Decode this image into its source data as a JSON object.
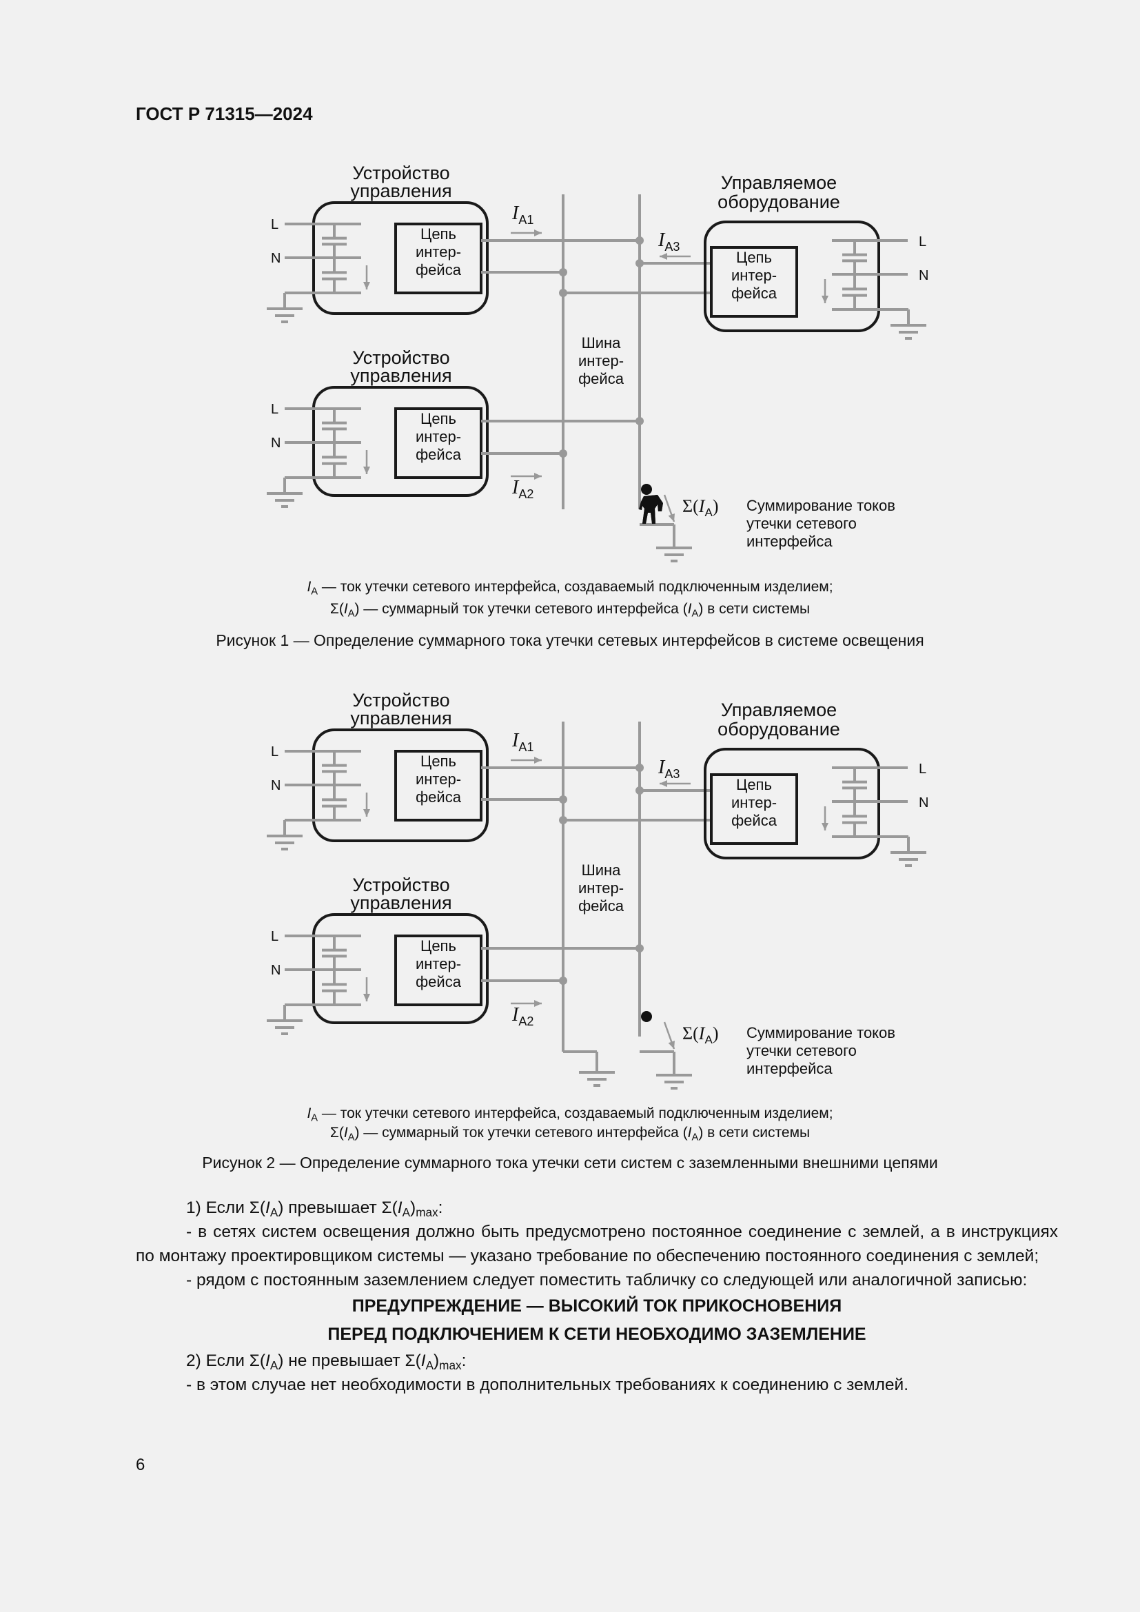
{
  "header": "ГОСТ Р 71315—2024",
  "figures": [
    {
      "diagram": {
        "control_device_1": [
          "Устройство",
          "управления"
        ],
        "control_device_2": [
          "Устройство",
          "управления"
        ],
        "controlled_equipment": [
          "Управляемое",
          "оборудование"
        ],
        "interface_circuit": [
          "Цепь",
          "интер-",
          "фейса"
        ],
        "bus_label": [
          "Шина",
          "интер-",
          "фейса"
        ],
        "line_L": "L",
        "line_N": "N",
        "current_symbol": "I",
        "current_subs": [
          "A1",
          "A2",
          "A3"
        ],
        "sum_label": {
          "sigma": "Σ(",
          "I": "I",
          "sub": "A",
          "close": ")"
        },
        "summation_text": [
          "Суммирование токов",
          "утечки сетевого",
          "интерфейса"
        ],
        "bus_grounded": false
      },
      "legend": [
        [
          {
            "t": "I",
            "i": true
          },
          {
            "t": "A",
            "sub": true
          },
          {
            "t": " — ток утечки сетевого интерфейса, создаваемый подключенным изделием;"
          }
        ],
        [
          {
            "t": "Σ("
          },
          {
            "t": "I",
            "i": true
          },
          {
            "t": "A",
            "sub": true
          },
          {
            "t": ") — суммарный ток утечки сетевого интерфейса ("
          },
          {
            "t": "I",
            "i": true
          },
          {
            "t": "A",
            "sub": true
          },
          {
            "t": ") в сети системы"
          }
        ]
      ],
      "caption": "Рисунок 1 — Определение суммарного тока утечки сетевых интерфейсов в системе освещения"
    },
    {
      "diagram": {
        "control_device_1": [
          "Устройство",
          "управления"
        ],
        "control_device_2": [
          "Устройство",
          "управления"
        ],
        "controlled_equipment": [
          "Управляемое",
          "оборудование"
        ],
        "interface_circuit": [
          "Цепь",
          "интер-",
          "фейса"
        ],
        "bus_label": [
          "Шина",
          "интер-",
          "фейса"
        ],
        "line_L": "L",
        "line_N": "N",
        "current_symbol": "I",
        "current_subs": [
          "A1",
          "A2",
          "A3"
        ],
        "sum_label": {
          "sigma": "Σ(",
          "I": "I",
          "sub": "A",
          "close": ")"
        },
        "summation_text": [
          "Суммирование токов",
          "утечки сетевого",
          "интерфейса"
        ],
        "bus_grounded": true
      },
      "legend": [
        [
          {
            "t": "I",
            "i": true
          },
          {
            "t": "A",
            "sub": true
          },
          {
            "t": " — ток утечки сетевого интерфейса, создаваемый подключенным изделием;"
          }
        ],
        [
          {
            "t": "Σ("
          },
          {
            "t": "I",
            "i": true
          },
          {
            "t": "A",
            "sub": true
          },
          {
            "t": ") — суммарный ток утечки сетевого интерфейса ("
          },
          {
            "t": "I",
            "i": true
          },
          {
            "t": "A",
            "sub": true
          },
          {
            "t": ") в сети системы"
          }
        ]
      ],
      "caption": "Рисунок 2 — Определение суммарного тока утечки сети систем с заземленными внешними цепями"
    }
  ],
  "body": {
    "paragraphs": [
      [
        {
          "t": "1) Если Σ("
        },
        {
          "t": "I",
          "i": true
        },
        {
          "t": "A",
          "sub": true
        },
        {
          "t": ") превышает Σ("
        },
        {
          "t": "I",
          "i": true
        },
        {
          "t": "A",
          "sub": true
        },
        {
          "t": ")"
        },
        {
          "t": "max",
          "sub": true
        },
        {
          "t": ":"
        }
      ],
      [
        {
          "t": "- в сетях систем освещения должно быть предусмотрено постоянное соединение с землей, а в инструкциях по монтажу проектировщиком системы — указано требование по обеспечению постоянного соединения с землей;"
        }
      ],
      [
        {
          "t": "- рядом с постоянным заземлением следует поместить табличку со следующей или аналогичной записью:"
        }
      ]
    ],
    "warning": [
      "ПРЕДУПРЕЖДЕНИЕ — ВЫСОКИЙ ТОК ПРИКОСНОВЕНИЯ",
      "ПЕРЕД ПОДКЛЮЧЕНИЕМ К СЕТИ НЕОБХОДИМО ЗАЗЕМЛЕНИЕ"
    ],
    "paragraphs_after": [
      [
        {
          "t": "2) Если Σ("
        },
        {
          "t": "I",
          "i": true
        },
        {
          "t": "A",
          "sub": true
        },
        {
          "t": ") не превышает Σ("
        },
        {
          "t": "I",
          "i": true
        },
        {
          "t": "A",
          "sub": true
        },
        {
          "t": ")"
        },
        {
          "t": "max",
          "sub": true
        },
        {
          "t": ":"
        }
      ],
      [
        {
          "t": "- в этом случае нет необходимости в дополнительных требованиях к соединению с землей."
        }
      ]
    ]
  },
  "page_number": "6",
  "colors": {
    "wire": "#999999",
    "box": "#1a1a1a",
    "background": "#f1f1f1",
    "text": "#111111"
  }
}
